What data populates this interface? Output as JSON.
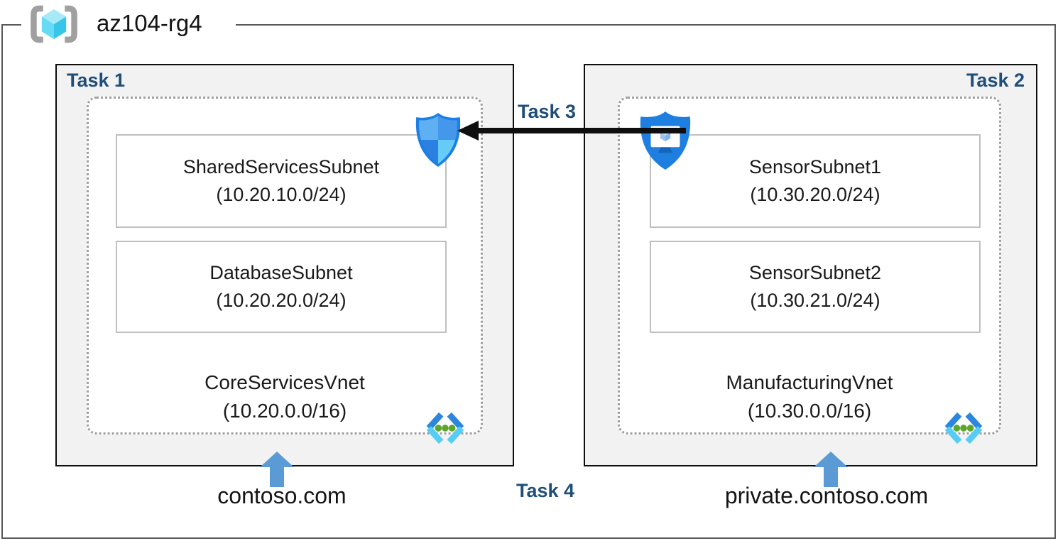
{
  "title": "az104-rg4",
  "labels": {
    "task1": "Task 1",
    "task2": "Task 2",
    "task3": "Task 3",
    "task4": "Task 4"
  },
  "vnets": [
    {
      "name": "CoreServicesVnet",
      "cidr": "(10.20.0.0/16)",
      "dns_label": "contoso.com",
      "subnets": [
        {
          "name": "SharedServicesSubnet",
          "cidr": "(10.20.10.0/24)"
        },
        {
          "name": "DatabaseSubnet",
          "cidr": "(10.20.20.0/24)"
        }
      ]
    },
    {
      "name": "ManufacturingVnet",
      "cidr": "(10.30.0.0/16)",
      "dns_label": "private.contoso.com",
      "subnets": [
        {
          "name": "SensorSubnet1",
          "cidr": "(10.30.20.0/24)"
        },
        {
          "name": "SensorSubnet2",
          "cidr": "(10.30.21.0/24)"
        }
      ]
    }
  ],
  "icons": {
    "resource_group": "resource-group-icon",
    "network_security_group": "nsg-shield-icon",
    "bastion": "bastion-shield-monitor-icon",
    "virtual_network": "virtual-network-chevrons-icon",
    "peering_arrow": "left-arrow-icon",
    "dns_arrow": "up-arrow-icon"
  },
  "colors": {
    "task_label_blue": "#1f4e79",
    "task_box_fill": "#f2f2f2",
    "task_box_border": "#0d0d0d",
    "dashed_vnet_border": "#9e9e9e",
    "subnet_border": "#bfbfbf",
    "rg_border_gray": "#595959",
    "up_arrow_blue": "#5b9bd5",
    "peering_arrow_black": "#0f0f0f",
    "vnet_chevron_blue": "#2b87dd",
    "vnet_chevron_cyan": "#55cdf5",
    "vnet_dot_green": "#5da52d",
    "rg_cube_cyan": "#36c6e9",
    "shield_blue": "#1e7fe0"
  }
}
